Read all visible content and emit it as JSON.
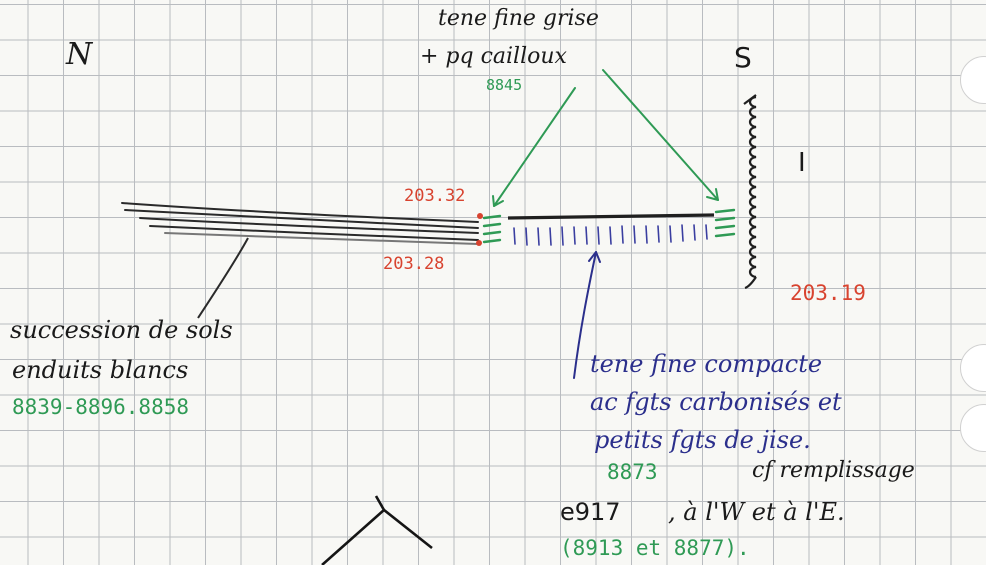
{
  "labels": {
    "north": "N",
    "south": "S",
    "top_note_line1": "tene fine grise",
    "top_note_line2": "+ pq cailloux",
    "sample_top": "8845",
    "elev_left_top": "203.32",
    "elev_left_bottom": "203.28",
    "elev_right": "203.19",
    "mark_right": "I",
    "left_note_line1": "succession de sols",
    "left_note_line2": "enduits blancs",
    "left_samples": "8839-8896.8858",
    "blue_note_line1": "tene fine compacte",
    "blue_note_line2": "ac fgts carbonisés et",
    "blue_note_line3": "petits fgts de jise.",
    "sample_blue": "8873",
    "blue_note_tail": "cf remplissage",
    "bottom_line_a": "e917",
    "bottom_line_b": ", à l'W et à l'E.",
    "bottom_samples": "(8913 et 8877)."
  },
  "colors": {
    "ink_blue": "#2b2f8c",
    "ink_black": "#1a1a1a",
    "ink_green": "#2f9a55",
    "ink_red": "#d8432f",
    "grid": "#b9bcc0",
    "paper": "#f8f8f5"
  }
}
